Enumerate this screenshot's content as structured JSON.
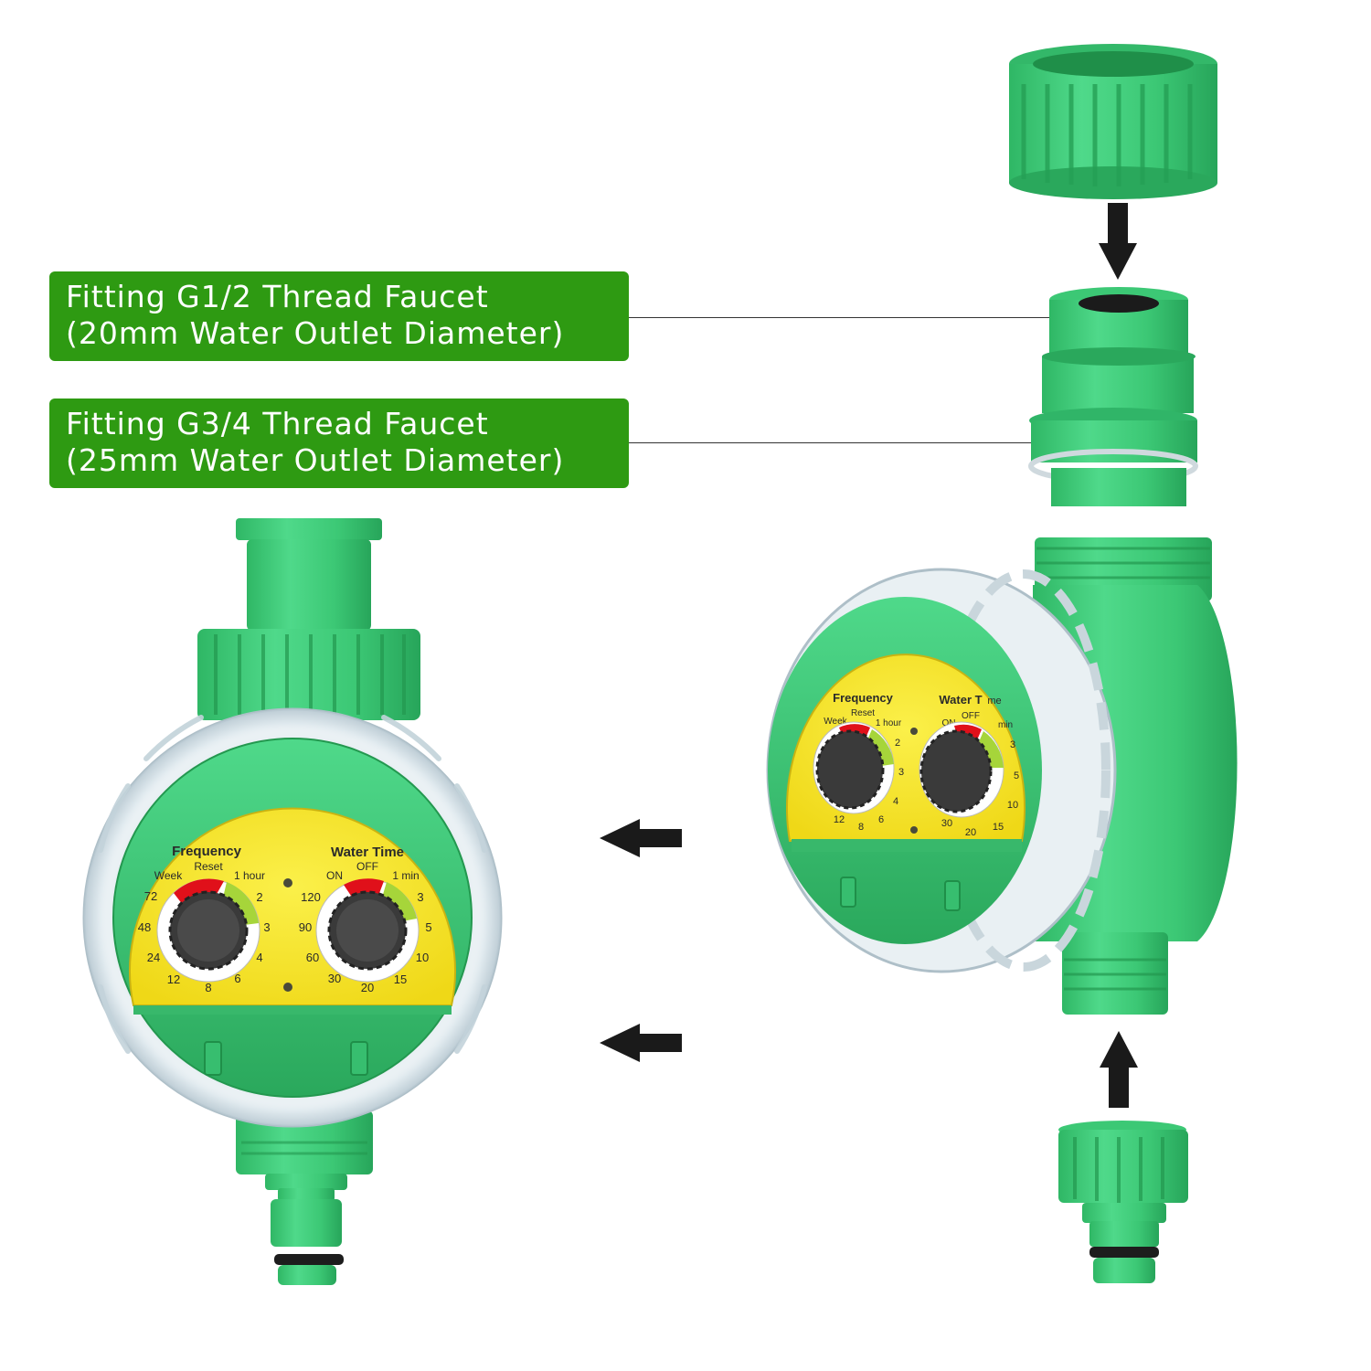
{
  "callouts": [
    {
      "line1": "Fitting G1/2 Thread Faucet",
      "line2": "(20mm Water Outlet Diameter)"
    },
    {
      "line1": "Fitting G3/4 Thread Faucet",
      "line2": "(25mm Water Outlet Diameter)"
    }
  ],
  "timer_front": {
    "frequency": {
      "title": "Frequency",
      "reset": "Reset",
      "week": "Week",
      "hour": "1 hour",
      "ticks": [
        "72",
        "48",
        "24",
        "12",
        "8",
        "6",
        "4",
        "3",
        "2"
      ]
    },
    "water_time": {
      "title": "Water Time",
      "on": "ON",
      "off": "OFF",
      "min": "1 min",
      "ticks": [
        "120",
        "90",
        "60",
        "30",
        "20",
        "15",
        "10",
        "5",
        "3"
      ]
    }
  },
  "timer_side": {
    "frequency": {
      "title": "Frequency",
      "reset": "Reset",
      "week": "Week",
      "hour": "1 hour",
      "ticks": [
        "12",
        "8",
        "6",
        "4",
        "3",
        "2"
      ]
    },
    "water_time": {
      "title": "Water T",
      "title_tail": "me",
      "on": "ON",
      "off": "OFF",
      "min": "min",
      "ticks": [
        "30",
        "20",
        "15",
        "10",
        "5",
        "3"
      ]
    }
  },
  "colors": {
    "label_green": "#2e9a12",
    "body_green": "#3fcf78",
    "face_yellow": "#f6e62a",
    "knob_dark": "#3a3a3a",
    "marker_red": "#e0101a"
  }
}
